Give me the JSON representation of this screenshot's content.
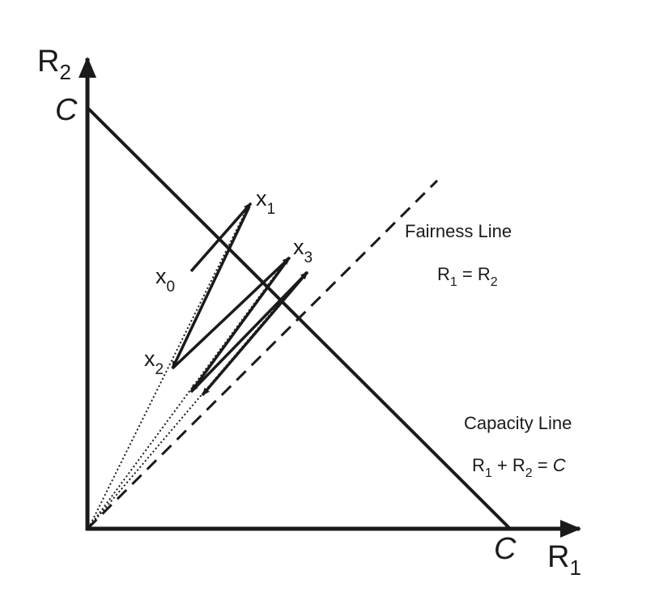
{
  "axes": {
    "y": {
      "base": "R",
      "sub": "2"
    },
    "x": {
      "base": "R",
      "sub": "1"
    },
    "y_intercept": "C",
    "x_intercept": "C"
  },
  "points": {
    "x0": {
      "base": "x",
      "sub": "0"
    },
    "x1": {
      "base": "x",
      "sub": "1"
    },
    "x2": {
      "base": "x",
      "sub": "2"
    },
    "x3": {
      "base": "x",
      "sub": "3"
    }
  },
  "fairness": {
    "title": "Fairness Line",
    "eq": {
      "a": "R",
      "a_sub": "1",
      "op": " = ",
      "b": "R",
      "b_sub": "2"
    }
  },
  "capacity": {
    "title": "Capacity Line",
    "eq": {
      "a": "R",
      "a_sub": "1",
      "plus": " + ",
      "b": "R",
      "b_sub": "2",
      "eq": " = ",
      "c": "C"
    }
  },
  "colors": {
    "ink": "#1a1a1a"
  }
}
